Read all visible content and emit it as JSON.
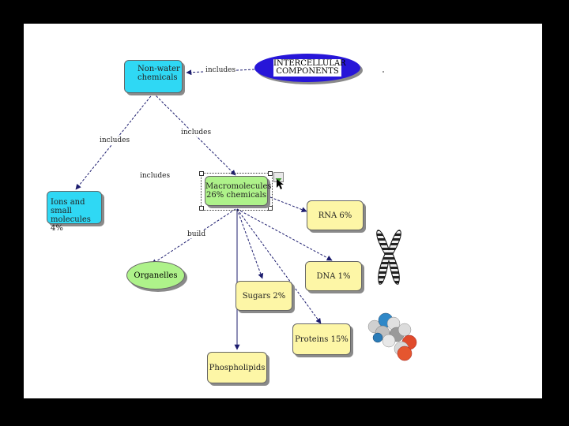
{
  "nodes": {
    "intercellular": {
      "line1": "INTERCELLULAR",
      "line2": "COMPONENTS",
      "fill": "#2716d8"
    },
    "nonwater": {
      "line1": "Non-water",
      "line2": "chemicals",
      "fill": "#2fd8f4"
    },
    "ions": {
      "line1": "Ions and small",
      "line2": "molecules 4%",
      "fill": "#2fd8f4"
    },
    "macro": {
      "line1": "Macromolecules",
      "line2": "26% chemicals",
      "fill": "#aef28a"
    },
    "organelles": {
      "label": "Organelles",
      "fill": "#aef28a"
    },
    "rna": {
      "label": "RNA 6%",
      "fill": "#fdf6a6"
    },
    "dna": {
      "label": "DNA 1%",
      "fill": "#fdf6a6"
    },
    "sugars": {
      "label": "Sugars 2%",
      "fill": "#fdf6a6"
    },
    "proteins": {
      "label": "Proteins 15%",
      "fill": "#fdf6a6"
    },
    "phospholipids": {
      "label": "Phospholipids",
      "fill": "#fdf6a6"
    }
  },
  "edge_labels": {
    "comp_includes": "includes",
    "nonwater_to_ions": "includes",
    "nonwater_to_macro": "includes",
    "ions_to_macro": "includes",
    "build": "build"
  },
  "colors": {
    "arrow": "#1c1c6e",
    "node_border": "#666666"
  },
  "icons": [
    "chromosome-icon",
    "molecule-icon",
    "dropdown-arrow-icon"
  ]
}
